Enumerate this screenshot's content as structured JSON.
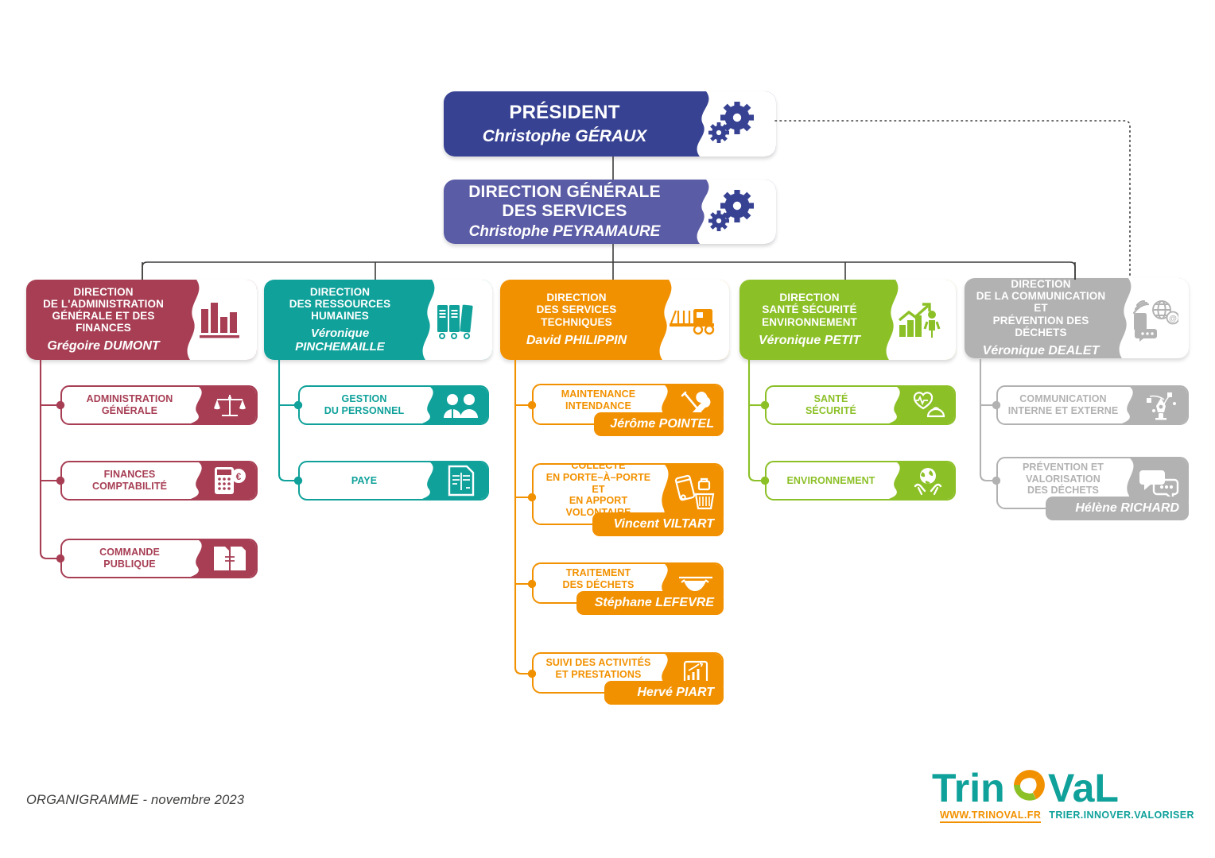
{
  "document": {
    "footnote": "ORGANIGRAMME - novembre 2023",
    "background": "#ffffff"
  },
  "palette": {
    "president": "#374293",
    "dgs": "#5B5CA6",
    "administration": "#A73E54",
    "rh": "#0FA19A",
    "technique": "#F29100",
    "sse": "#8CC027",
    "communication": "#B2B2B2",
    "connector": "#3c3c3b"
  },
  "logo": {
    "name_part1": "Trin",
    "name_o": "O",
    "name_part2": "VaL",
    "url": "WWW.TRINOVAL.FR",
    "claim": "TRIER.INNOVER.VALORISER",
    "teal": "#0FA19A",
    "orange": "#F29100",
    "green": "#8CC027"
  },
  "nodes": {
    "president": {
      "title": "PRÉSIDENT",
      "person": "Christophe GÉRAUX",
      "icon": "gears-icon",
      "color": "#374293"
    },
    "dgs": {
      "title_line1": "DIRECTION GÉNÉRALE",
      "title_line2": "DES SERVICES",
      "person": "Christophe PEYRAMAURE",
      "icon": "gears-icon",
      "color": "#5B5CA6"
    }
  },
  "directions": [
    {
      "id": "administration",
      "title_lines": [
        "DIRECTION",
        "DE L'ADMINISTRATION",
        "GÉNÉRALE ET DES FINANCES"
      ],
      "person": "Grégoire DUMONT",
      "color": "#A73E54",
      "icon": "bar-chart-icon",
      "link_style": "solid",
      "services": [
        {
          "title_lines": [
            "ADMINISTRATION",
            "GÉNÉRALE"
          ],
          "person": "",
          "icon": "scales-icon"
        },
        {
          "title_lines": [
            "FINANCES",
            "COMPTABILITÉ"
          ],
          "person": "",
          "icon": "calculator-euro-icon"
        },
        {
          "title_lines": [
            "COMMANDE",
            "PUBLIQUE"
          ],
          "person": "",
          "icon": "contract-documents-icon"
        }
      ]
    },
    {
      "id": "ressources-humaines",
      "title_lines": [
        "DIRECTION",
        "DES RESSOURCES",
        "HUMAINES"
      ],
      "person": "Véronique PINCHEMAILLE",
      "color": "#0FA19A",
      "icon": "binders-icon",
      "link_style": "solid",
      "services": [
        {
          "title_lines": [
            "GESTION",
            "DU PERSONNEL"
          ],
          "person": "",
          "icon": "two-people-icon"
        },
        {
          "title_lines": [
            "PAYE"
          ],
          "person": "",
          "icon": "payslip-icon"
        }
      ]
    },
    {
      "id": "services-techniques",
      "title_lines": [
        "DIRECTION",
        "DES SERVICES",
        "TECHNIQUES"
      ],
      "person": "David PHILIPPIN",
      "color": "#F29100",
      "icon": "garbage-truck-icon",
      "link_style": "solid",
      "services": [
        {
          "title_lines": [
            "MAINTENANCE",
            "INTENDANCE"
          ],
          "person": "Jérôme POINTEL",
          "icon": "tools-icon"
        },
        {
          "title_lines": [
            "COLLECTE",
            "EN PORTE–À–PORTE ET",
            "EN APPORT VOLONTAIRE"
          ],
          "person": "Vincent VILTART",
          "icon": "collection-bins-icon"
        },
        {
          "title_lines": [
            "TRAITEMENT",
            "DES DÉCHETS"
          ],
          "person": "Stéphane LEFEVRE",
          "icon": "treatment-icon"
        },
        {
          "title_lines": [
            "SUIVI DES ACTIVITÉS",
            "ET PRESTATIONS"
          ],
          "person": "Hervé PIART",
          "icon": "activity-chart-icon"
        }
      ]
    },
    {
      "id": "sante-securite-environnement",
      "title_lines": [
        "DIRECTION",
        "SANTÉ SÉCURITÉ",
        "ENVIRONNEMENT"
      ],
      "person": "Véronique PETIT",
      "color": "#8CC027",
      "icon": "growth-person-icon",
      "link_style": "solid",
      "services": [
        {
          "title_lines": [
            "SANTÉ",
            "SÉCURITÉ"
          ],
          "person": "",
          "icon": "heart-helmet-icon"
        },
        {
          "title_lines": [
            "ENVIRONNEMENT"
          ],
          "person": "",
          "icon": "earth-hands-icon"
        }
      ]
    },
    {
      "id": "communication",
      "title_lines": [
        "DIRECTION",
        "DE LA COMMUNICATION ET",
        "PRÉVENTION DES DÉCHETS"
      ],
      "person": "Véronique DEALET",
      "color": "#B2B2B2",
      "icon": "communication-network-icon",
      "link_style": "dotted",
      "services": [
        {
          "title_lines": [
            "COMMUNICATION",
            "INTERNE ET EXTERNE"
          ],
          "person": "",
          "icon": "pen-nib-network-icon"
        },
        {
          "title_lines": [
            "PRÉVENTION ET",
            "VALORISATION",
            "DES DÉCHETS"
          ],
          "person": "Hélène RICHARD",
          "icon": "speech-bubbles-icon"
        }
      ]
    }
  ]
}
